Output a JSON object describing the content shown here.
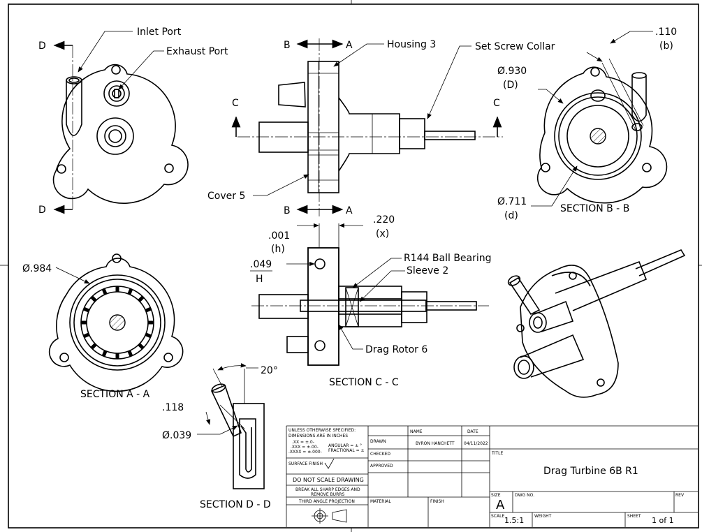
{
  "labels": {
    "inlet_port": "Inlet Port",
    "exhaust_port": "Exhaust Port",
    "housing": "Housing 3",
    "set_screw_collar": "Set Screw Collar",
    "cover": "Cover 5",
    "ball_bearing": "R144 Ball Bearing",
    "sleeve": "Sleeve 2",
    "drag_rotor": "Drag Rotor 6"
  },
  "dimensions": {
    "d930": "Ø.930",
    "d930_sym": "(D)",
    "d711": "Ø.711",
    "d711_sym": "(d)",
    "d110": ".110",
    "d110_sym": "(b)",
    "d984": "Ø.984",
    "d220": ".220",
    "d220_sym": "(x)",
    "d001": ".001",
    "d001_sym": "(h)",
    "d049": ".049",
    "d049_sym": "H",
    "d118": ".118",
    "d039": "Ø.039",
    "angle20": "20°"
  },
  "section_markers": {
    "d": "D",
    "b": "B",
    "a": "A",
    "c": "C"
  },
  "view_titles": {
    "section_aa": "SECTION A - A",
    "section_bb": "SECTION B - B",
    "section_cc": "SECTION C - C",
    "section_dd": "SECTION D - D"
  },
  "title_block": {
    "unless": "UNLESS OTHERWISE SPECIFIED:",
    "dims_in_inches": "DIMENSIONS ARE IN INCHES",
    "tol_x": ".XX = ±.0-",
    "tol_xx": ".XXX = ±.00-",
    "tol_xxx": ".XXXX = ±.000-",
    "angular": "ANGULAR = ± °",
    "fractional": "FRACTIONAL = ±",
    "surface_finish": "SURFACE FINISH",
    "do_not_scale": "DO NOT SCALE DRAWING",
    "break_edges_1": "BREAK ALL SHARP EDGES AND",
    "break_edges_2": "REMOVE BURRS",
    "third_angle": "THIRD ANGLE PROJECTION",
    "name_hdr": "NAME",
    "date_hdr": "DATE",
    "drawn": "DRAWN",
    "drawn_name": "BYRON HANCHETT",
    "drawn_date": "04/11/2022",
    "checked": "CHECKED",
    "approved": "APPROVED",
    "material": "MATERIAL",
    "finish": "FINISH",
    "title_hdr": "TITLE",
    "title": "Drag Turbine 6B R1",
    "size_hdr": "SIZE",
    "size": "A",
    "dwg_no_hdr": "DWG NO.",
    "rev_hdr": "REV",
    "scale_hdr": "SCALE",
    "scale": "1.5:1",
    "weight_hdr": "WEIGHT",
    "sheet_hdr": "SHEET",
    "sheet": "1 of 1"
  }
}
